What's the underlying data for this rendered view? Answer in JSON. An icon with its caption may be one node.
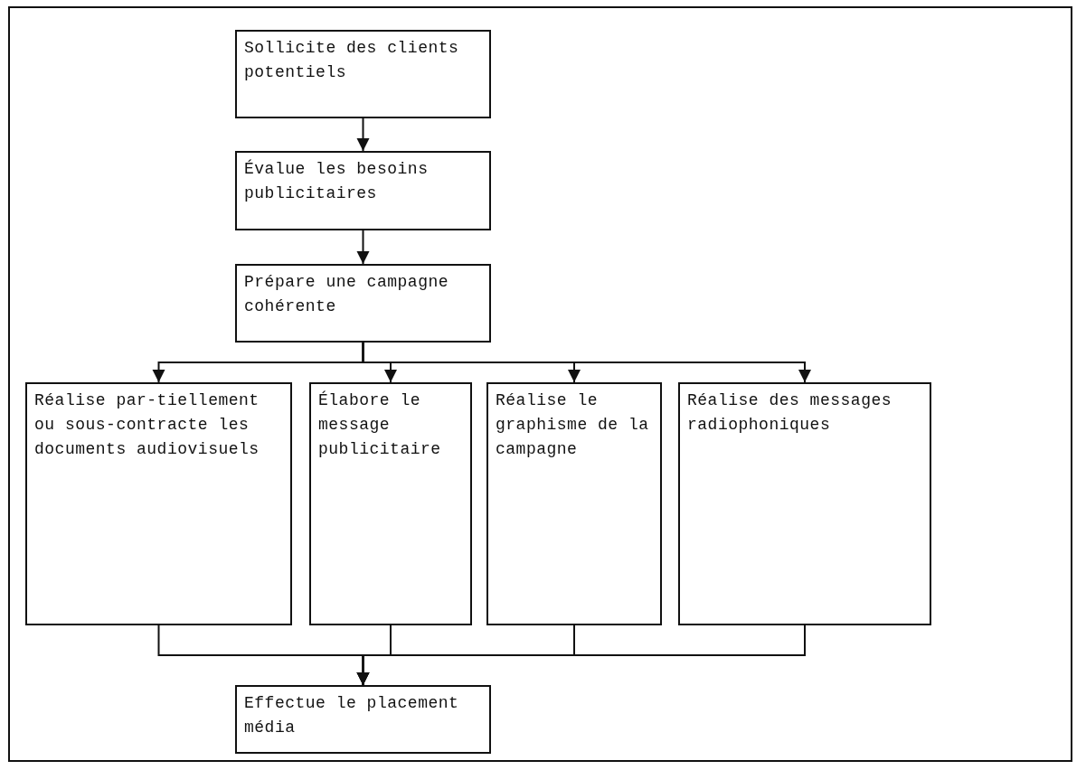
{
  "diagram": {
    "nodes": [
      {
        "text": [
          "Sollicite des clients potentiels"
        ]
      },
      {
        "text": [
          "Évalue les besoins publicitaires"
        ]
      },
      {
        "text": [
          "Prépare une campagne cohérente"
        ]
      },
      {
        "text": [
          "Réalise par-tiellement ou sous-contracte les documents audiovisuels"
        ]
      },
      {
        "text": [
          "Élabore le message publicitaire"
        ]
      },
      {
        "text": [
          "Réalise le graphisme de la campagne"
        ]
      },
      {
        "text": [
          "Réalise des messages radiophoniques"
        ]
      },
      {
        "text": [
          "Effectue le placement média"
        ]
      }
    ],
    "edges": [
      {
        "from": 0,
        "to": 1,
        "arrow": "to"
      },
      {
        "from": 1,
        "to": 2,
        "arrow": "to"
      },
      {
        "from": 2,
        "to": 3,
        "arrow": "to"
      },
      {
        "from": 2,
        "to": 4,
        "arrow": "to"
      },
      {
        "from": 2,
        "to": 5,
        "arrow": "to"
      },
      {
        "from": 2,
        "to": 6,
        "arrow": "to"
      },
      {
        "from": 3,
        "to": 7,
        "arrow": "to"
      },
      {
        "from": 4,
        "to": 7,
        "arrow": "to"
      },
      {
        "from": 5,
        "to": 7,
        "arrow": "to"
      },
      {
        "from": 6,
        "to": 7,
        "arrow": "to"
      }
    ]
  }
}
